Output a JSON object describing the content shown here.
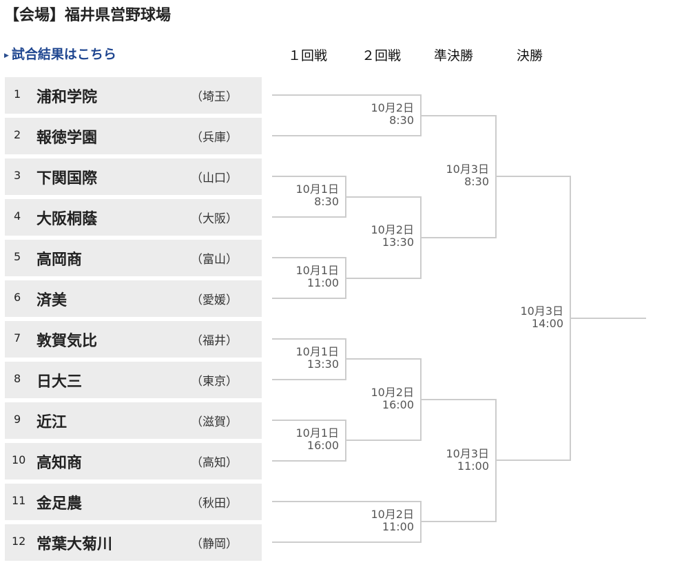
{
  "venue_title": "【会場】福井県営野球場",
  "results_link": "試合結果はこちら",
  "rounds": [
    "１回戦",
    "２回戦",
    "準決勝",
    "決勝"
  ],
  "teams": [
    {
      "seed": "1",
      "name": "浦和学院",
      "pref": "（埼玉）"
    },
    {
      "seed": "2",
      "name": "報徳学園",
      "pref": "（兵庫）"
    },
    {
      "seed": "3",
      "name": "下関国際",
      "pref": "（山口）"
    },
    {
      "seed": "4",
      "name": "大阪桐蔭",
      "pref": "（大阪）"
    },
    {
      "seed": "5",
      "name": "高岡商",
      "pref": "（富山）"
    },
    {
      "seed": "6",
      "name": "済美",
      "pref": "（愛媛）"
    },
    {
      "seed": "7",
      "name": "敦賀気比",
      "pref": "（福井）"
    },
    {
      "seed": "8",
      "name": "日大三",
      "pref": "（東京）"
    },
    {
      "seed": "9",
      "name": "近江",
      "pref": "（滋賀）"
    },
    {
      "seed": "10",
      "name": "高知商",
      "pref": "（高知）"
    },
    {
      "seed": "11",
      "name": "金足農",
      "pref": "（秋田）"
    },
    {
      "seed": "12",
      "name": "常葉大菊川",
      "pref": "（静岡）"
    }
  ],
  "schedule": {
    "r1_a": {
      "date": "10月1日",
      "time": "8:30"
    },
    "r1_b": {
      "date": "10月1日",
      "time": "11:00"
    },
    "r1_c": {
      "date": "10月1日",
      "time": "13:30"
    },
    "r1_d": {
      "date": "10月1日",
      "time": "16:00"
    },
    "r2_a": {
      "date": "10月2日",
      "time": "8:30"
    },
    "r2_b": {
      "date": "10月2日",
      "time": "13:30"
    },
    "r2_c": {
      "date": "10月2日",
      "time": "16:00"
    },
    "r2_d": {
      "date": "10月2日",
      "time": "11:00"
    },
    "sf_a": {
      "date": "10月3日",
      "time": "8:30"
    },
    "sf_b": {
      "date": "10月3日",
      "time": "11:00"
    },
    "final": {
      "date": "10月3日",
      "time": "14:00"
    }
  },
  "colors": {
    "link": "#1f4690",
    "row_bg": "#ececec",
    "bracket_line": "#cccccc",
    "schedule_text": "#555555"
  }
}
